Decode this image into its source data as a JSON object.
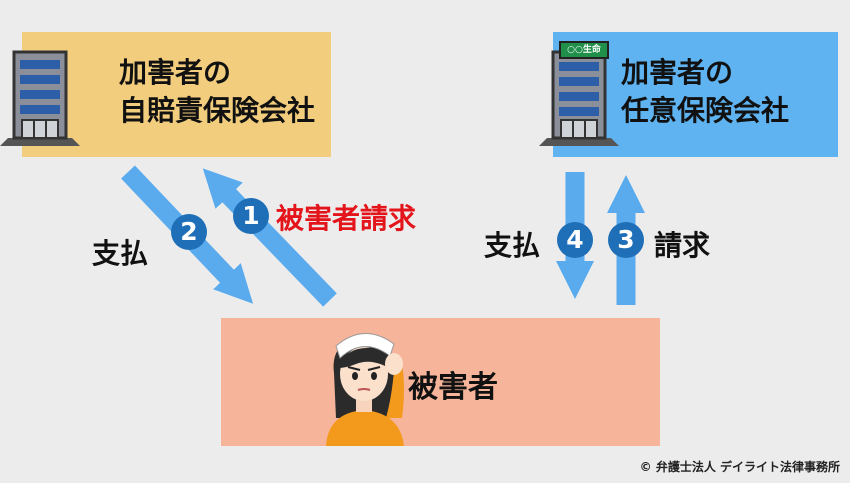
{
  "left_insurer": {
    "line1": "加害者の",
    "line2": "自賠責保険会社"
  },
  "right_insurer": {
    "line1": "加害者の",
    "line2": "任意保険会社",
    "sign": "○○生命"
  },
  "victim": {
    "label": "被害者"
  },
  "steps": {
    "step1": {
      "num": "1",
      "label": "被害者請求"
    },
    "step2": {
      "num": "2",
      "label": "支払"
    },
    "step3": {
      "num": "3",
      "label": "請求"
    },
    "step4": {
      "num": "4",
      "label": "支払"
    }
  },
  "credit": "© 弁護士法人 デイライト法律事務所",
  "colors": {
    "left_box": "#f2cd7d",
    "right_box": "#5eb3f0",
    "victim_box": "#f6b59a",
    "arrow": "#5aaaee",
    "number_badge": "#1e6fb8",
    "step1_label": "#e4141b"
  }
}
